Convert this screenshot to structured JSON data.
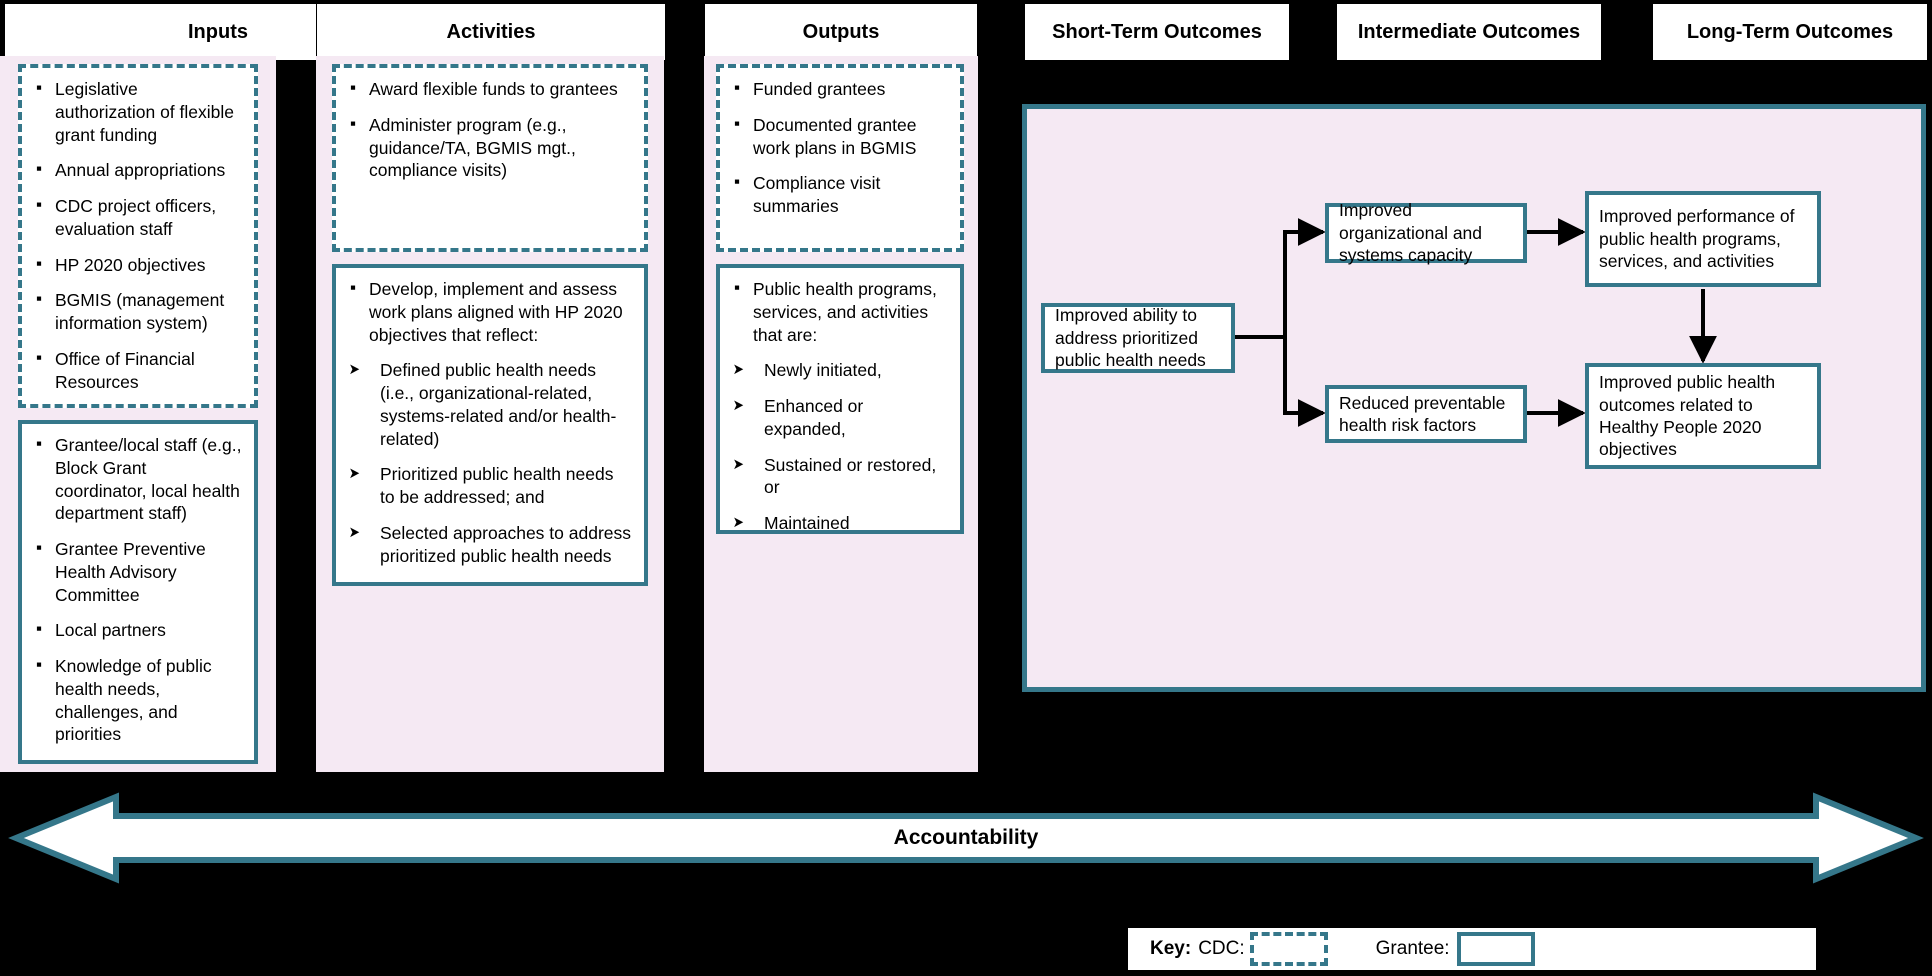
{
  "theme": {
    "background": "#000000",
    "panel_fill": "#f5e9f3",
    "accent_teal": "#35778a",
    "box_fill": "#ffffff",
    "text": "#000000"
  },
  "columns": [
    {
      "header": "Inputs",
      "boxes": [
        {
          "owner": "cdc",
          "items": [
            {
              "marker": "square",
              "text": "Legislative authorization of flexible grant funding"
            },
            {
              "marker": "square",
              "text": "Annual appropriations"
            },
            {
              "marker": "square",
              "text": "CDC project officers, evaluation staff"
            },
            {
              "marker": "square",
              "text": "HP 2020 objectives"
            },
            {
              "marker": "square",
              "text": "BGMIS (management information system)"
            },
            {
              "marker": "square",
              "text": "Office of Financial Resources"
            }
          ]
        },
        {
          "owner": "grantee",
          "items": [
            {
              "marker": "square",
              "text": "Grantee/local staff (e.g., Block Grant coordinator, local health department staff)"
            },
            {
              "marker": "square",
              "text": "Grantee Preventive Health Advisory Committee"
            },
            {
              "marker": "square",
              "text": "Local partners"
            },
            {
              "marker": "square",
              "text": "Knowledge of public health needs, challenges, and priorities"
            }
          ]
        }
      ]
    },
    {
      "header": "Activities",
      "boxes": [
        {
          "owner": "cdc",
          "items": [
            {
              "marker": "square",
              "text": "Award flexible funds to grantees"
            },
            {
              "marker": "square",
              "text": "Administer program (e.g., guidance/TA, BGMIS mgt., compliance visits)"
            }
          ]
        },
        {
          "owner": "grantee",
          "items": [
            {
              "marker": "square",
              "text": "Develop, implement and assess work plans aligned with HP 2020 objectives that reflect:"
            },
            {
              "marker": "arrow",
              "text": "Defined public health needs (i.e., organizational-related, systems-related and/or health-related)"
            },
            {
              "marker": "arrow",
              "text": "Prioritized public health needs to be addressed; and"
            },
            {
              "marker": "arrow",
              "text": "Selected approaches to address prioritized public health needs"
            }
          ]
        }
      ]
    },
    {
      "header": "Outputs",
      "boxes": [
        {
          "owner": "cdc",
          "items": [
            {
              "marker": "square",
              "text": "Funded grantees"
            },
            {
              "marker": "square",
              "text": "Documented grantee work plans in BGMIS"
            },
            {
              "marker": "square",
              "text": "Compliance visit summaries"
            }
          ]
        },
        {
          "owner": "grantee",
          "items": [
            {
              "marker": "square",
              "text": "Public health programs, services, and activities that are:"
            },
            {
              "marker": "arrow",
              "text": "Newly initiated,"
            },
            {
              "marker": "arrow",
              "text": "Enhanced or expanded,"
            },
            {
              "marker": "arrow",
              "text": "Sustained or restored, or"
            },
            {
              "marker": "arrow",
              "text": "Maintained"
            }
          ]
        }
      ]
    }
  ],
  "outcome_headers": [
    {
      "label": "Short-Term Outcomes"
    },
    {
      "label": "Intermediate Outcomes"
    },
    {
      "label": "Long-Term Outcomes"
    }
  ],
  "outcome_nodes": [
    {
      "id": "improved-ability",
      "text": "Improved ability to address prioritized public health needs"
    },
    {
      "id": "improved-org-capacity",
      "text": "Improved organizational and systems capacity"
    },
    {
      "id": "reduced-risk-factors",
      "text": "Reduced preventable health risk factors"
    },
    {
      "id": "improved-performance",
      "text": "Improved performance of public health programs, services, and activities"
    },
    {
      "id": "improved-ph-outcomes",
      "text": "Improved public health outcomes related to Healthy People 2020 objectives"
    }
  ],
  "outcome_flows": [
    {
      "from": "improved-ability",
      "to": "improved-org-capacity"
    },
    {
      "from": "improved-ability",
      "to": "reduced-risk-factors"
    },
    {
      "from": "improved-org-capacity",
      "to": "improved-performance"
    },
    {
      "from": "reduced-risk-factors",
      "to": "improved-ph-outcomes"
    },
    {
      "from": "improved-performance",
      "to": "improved-ph-outcomes"
    }
  ],
  "accountability": {
    "label": "Accountability",
    "direction": "bidirectional"
  },
  "key": {
    "title": "Key:",
    "cdc_label": "CDC:",
    "grantee_label": "Grantee:"
  }
}
